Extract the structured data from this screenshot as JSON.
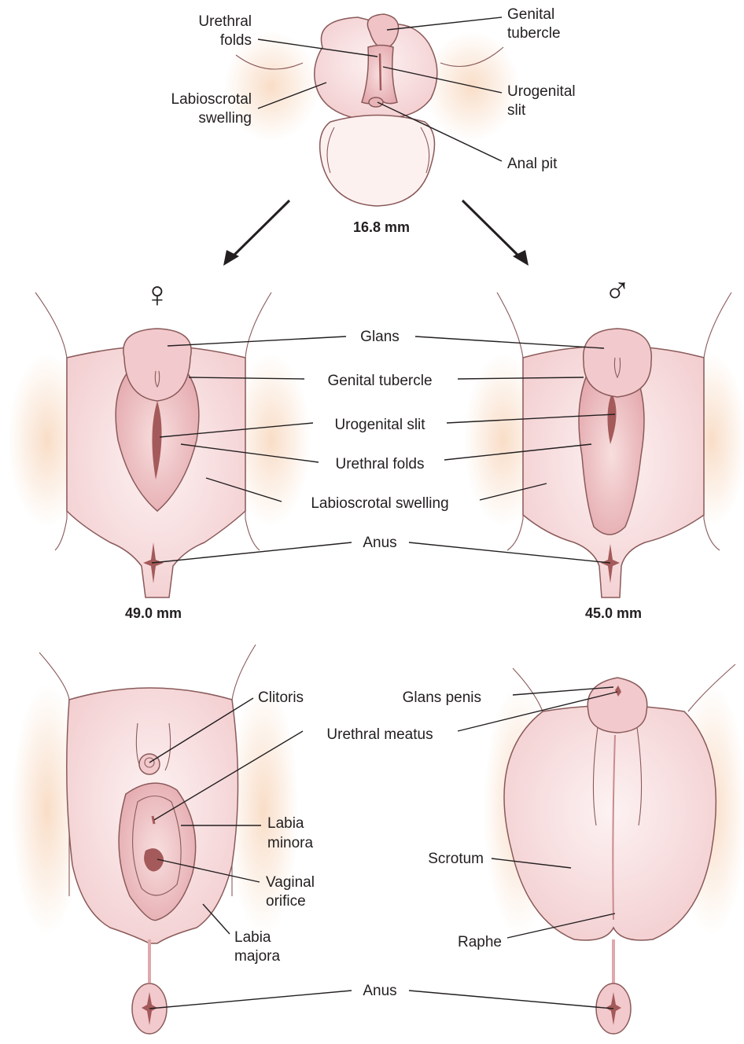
{
  "colors": {
    "skin": "#f7dcdc",
    "skin_light": "#fbecec",
    "fold": "#eab8bc",
    "slit": "#a45a5a",
    "outline": "#8a5a5a",
    "glow": "#f4c29a",
    "text": "#231f20"
  },
  "top": {
    "labels": {
      "urethral_folds": [
        "Urethral",
        "folds"
      ],
      "labioscrotal_swelling": [
        "Labioscrotal",
        "swelling"
      ],
      "genital_tubercle": [
        "Genital",
        "tubercle"
      ],
      "urogenital_slit": [
        "Urogenital",
        "slit"
      ],
      "anal_pit": "Anal pit"
    },
    "measurement": "16.8 mm"
  },
  "symbols": {
    "female": "♀",
    "male": "♂"
  },
  "middle": {
    "labels": {
      "glans": "Glans",
      "genital_tubercle": "Genital tubercle",
      "urogenital_slit": "Urogenital slit",
      "urethral_folds": "Urethral folds",
      "labioscrotal_swelling": "Labioscrotal swelling",
      "anus": "Anus"
    },
    "female_measurement": "49.0 mm",
    "male_measurement": "45.0 mm"
  },
  "bottom": {
    "female_labels": {
      "clitoris": "Clitoris",
      "labia_minora": [
        "Labia",
        "minora"
      ],
      "vaginal_orifice": [
        "Vaginal",
        "orifice"
      ],
      "labia_majora": [
        "Labia",
        "majora"
      ]
    },
    "shared_labels": {
      "urethral_meatus": "Urethral meatus",
      "anus": "Anus"
    },
    "male_labels": {
      "glans_penis": "Glans penis",
      "scrotum": "Scrotum",
      "raphe": "Raphe"
    }
  }
}
